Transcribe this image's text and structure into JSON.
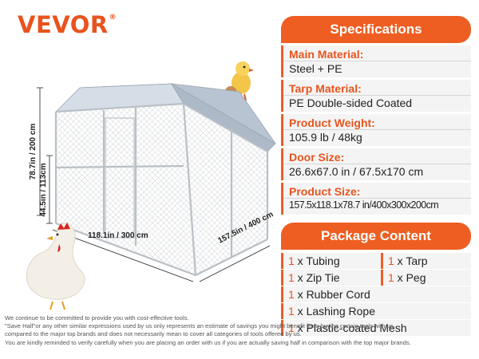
{
  "brand": {
    "name": "VEVOR",
    "reg": "®"
  },
  "dimensions": {
    "height_total": "78.7in / 200 cm",
    "height_side": "44.5in / 113cm",
    "width": "118.1in / 300 cm",
    "depth": "157.5in / 400 cm"
  },
  "specifications": {
    "title": "Specifications",
    "items": [
      {
        "label": "Main Material:",
        "value": "Steel + PE"
      },
      {
        "label": "Tarp Material:",
        "value": "PE Double-sided Coated"
      },
      {
        "label": "Product Weight:",
        "value": "105.9 lb / 48kg"
      },
      {
        "label": "Door Size:",
        "value": "26.6x67.0 in / 67.5x170 cm"
      },
      {
        "label": "Product Size:",
        "value": "157.5x118.1x78.7 in/400x300x200cm"
      }
    ]
  },
  "package": {
    "title": "Package Content",
    "rows": [
      [
        {
          "qty": "1",
          "text": " x Tubing"
        },
        {
          "qty": "1",
          "text": " x Tarp"
        }
      ],
      [
        {
          "qty": "1",
          "text": " x Zip Tie"
        },
        {
          "qty": "1",
          "text": " x Peg"
        }
      ],
      [
        {
          "qty": "1",
          "text": " x Rubber Cord"
        }
      ],
      [
        {
          "qty": "1",
          "text": " x Lashing Rope"
        }
      ],
      [
        {
          "qty": "1",
          "text": " x Plastic-coated Mesh"
        }
      ]
    ]
  },
  "disclaimer": [
    "We continue to be committed to provide you with cost-effective tools.",
    "\"Save Half\"or any other similar expressions used by us only represents an estimate of savings you might benefit from buying certain tools with us",
    "compared to the major top brands and does not necessarily mean to cover all categories of tools offered by us.",
    "You are kindly reminded to verify carefully when you are placing an order with us if you are actually saving half in comparison with the top major brands."
  ],
  "colors": {
    "accent": "#ee5e22",
    "brand": "#e8541e",
    "panel_bg": "#f4f4f4",
    "roof": "#c9d3df"
  }
}
